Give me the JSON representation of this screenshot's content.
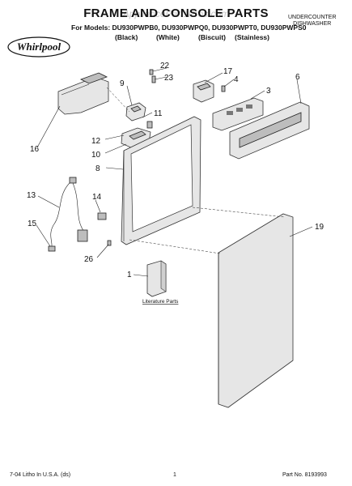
{
  "header": {
    "title": "FRAME AND CONSOLE PARTS",
    "watermark": "AppliancePartsPros.com",
    "models_line": "For Models: DU930PWPB0, DU930PWPQ0, DU930PWPT0, DU930PWPS0",
    "variants": [
      "(Black)",
      "(White)",
      "(Biscuit)",
      "(Stainless)"
    ],
    "product_line1": "UNDERCOUNTER",
    "product_line2": "DISHWASHER",
    "brand": "Whirlpool"
  },
  "callouts": {
    "c1": "1",
    "c3": "3",
    "c4": "4",
    "c6": "6",
    "c8": "8",
    "c9": "9",
    "c10": "10",
    "c11": "11",
    "c12": "12",
    "c13": "13",
    "c14": "14",
    "c15": "15",
    "c16": "16",
    "c17": "17",
    "c19": "19",
    "c22": "22",
    "c23": "23",
    "c26": "26"
  },
  "literature_label": "Literature Parts",
  "footer": {
    "left": "7-04 Litho In U.S.A. (ds)",
    "page": "1",
    "part_no": "Part No. 8193993"
  }
}
